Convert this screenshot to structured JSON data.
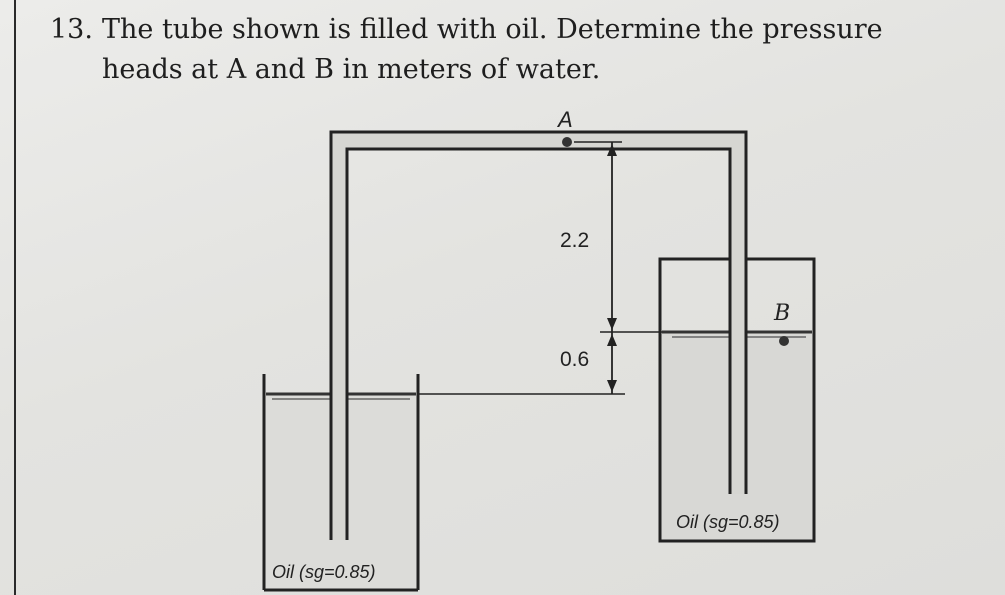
{
  "problem": {
    "number": "13.",
    "line1": "The tube shown is filled with oil. Determine the pressure",
    "line2": "heads at A and B in meters of water."
  },
  "figure": {
    "point_a_label": "A",
    "point_b_label": "B",
    "dim_upper": "2.2",
    "dim_lower": "0.6",
    "left_tank_label": "Oil (sg=0.85)",
    "right_tank_label": "Oil (sg=0.85)"
  },
  "colors": {
    "ink": "#222222",
    "paper": "#e6e6e3",
    "liquid": "#d9d9d6"
  }
}
